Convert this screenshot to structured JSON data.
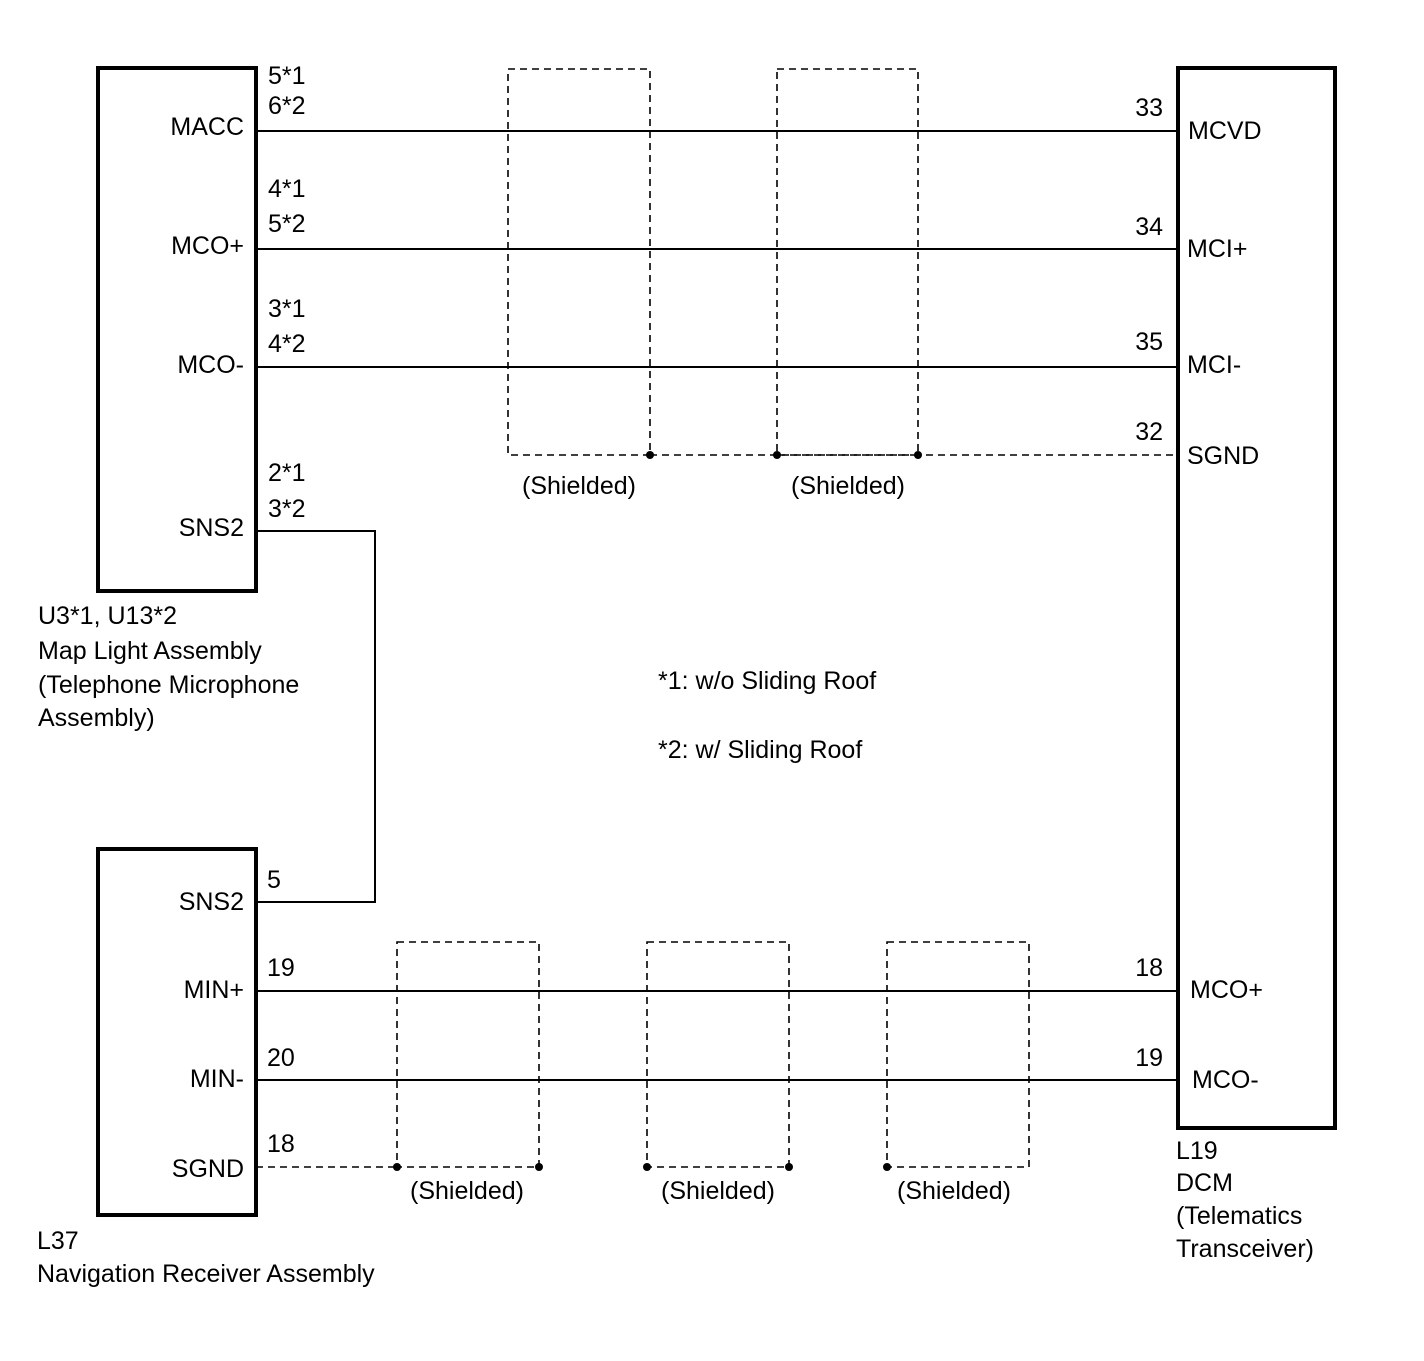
{
  "map_light": {
    "pins": {
      "macc": "MACC",
      "mco_plus": "MCO+",
      "mco_minus": "MCO-",
      "sns2": "SNS2"
    },
    "pin_numbers": {
      "macc_1": "5*1",
      "macc_2": "6*2",
      "mco_plus_1": "4*1",
      "mco_plus_2": "5*2",
      "mco_minus_1": "3*1",
      "mco_minus_2": "4*2",
      "sns2_1": "2*1",
      "sns2_2": "3*2"
    },
    "caption": [
      "U3*1, U13*2",
      "Map Light Assembly",
      "(Telephone Microphone",
      "Assembly)"
    ]
  },
  "dcm": {
    "pins": {
      "mcvd": "MCVD",
      "mci_plus": "MCI+",
      "mci_minus": "MCI-",
      "sgnd": "SGND",
      "mco_plus": "MCO+",
      "mco_minus": "MCO-"
    },
    "pin_numbers": {
      "mcvd": "33",
      "mci_plus": "34",
      "mci_minus": "35",
      "sgnd": "32",
      "mco_plus": "18",
      "mco_minus": "19"
    },
    "caption": [
      "L19",
      "DCM",
      "(Telematics",
      "Transceiver)"
    ]
  },
  "nav_receiver": {
    "pins": {
      "sns2": "SNS2",
      "min_plus": "MIN+",
      "min_minus": "MIN-",
      "sgnd": "SGND"
    },
    "pin_numbers": {
      "sns2": "5",
      "min_plus": "19",
      "min_minus": "20",
      "sgnd": "18"
    },
    "caption": [
      "L37",
      "Navigation Receiver Assembly"
    ]
  },
  "shield_label": "(Shielded)",
  "notes": [
    "*1: w/o Sliding Roof",
    "*2: w/ Sliding Roof"
  ]
}
